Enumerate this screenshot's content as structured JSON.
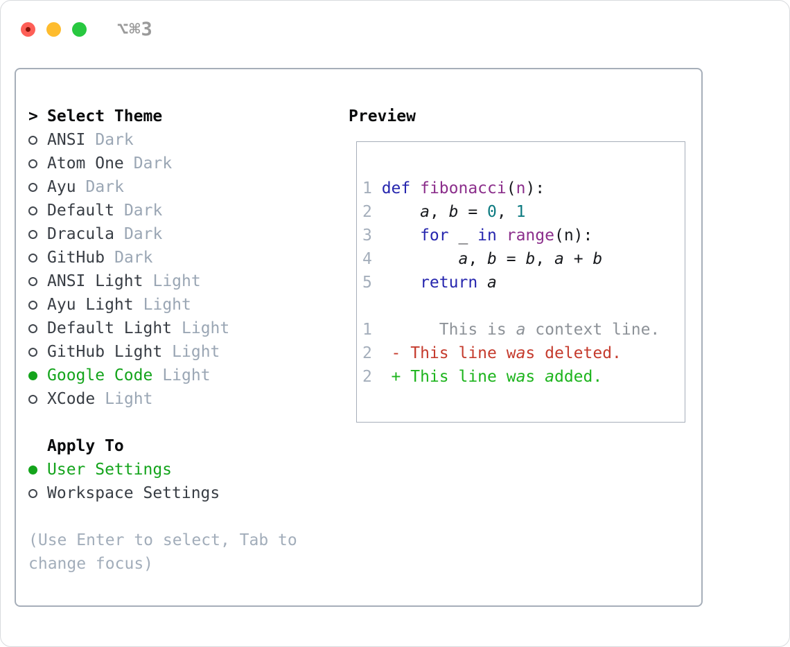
{
  "window": {
    "title": "⌥⌘3"
  },
  "traffic_lights": [
    {
      "name": "close",
      "color": "#fe5f57",
      "dot": "#891208"
    },
    {
      "name": "minimize",
      "color": "#febc2e"
    },
    {
      "name": "zoom",
      "color": "#28c840"
    }
  ],
  "colors": {
    "selected_green": "#14a41c",
    "added_green": "#1db41d",
    "deleted_red": "#c53b2d",
    "keyword_blue": "#2626ae",
    "function_purple": "#8b2e8b",
    "number_teal": "#0c7a80",
    "muted_gray": "#9aa6b4",
    "panel_border": "#a6aeb9"
  },
  "theme_panel": {
    "header": {
      "cursor": ">",
      "label": "Select Theme"
    },
    "themes": [
      {
        "name": "ANSI",
        "variant": "Dark",
        "selected": false
      },
      {
        "name": "Atom One",
        "variant": "Dark",
        "selected": false
      },
      {
        "name": "Ayu",
        "variant": "Dark",
        "selected": false
      },
      {
        "name": "Default",
        "variant": "Dark",
        "selected": false
      },
      {
        "name": "Dracula",
        "variant": "Dark",
        "selected": false
      },
      {
        "name": "GitHub",
        "variant": "Dark",
        "selected": false
      },
      {
        "name": "ANSI Light",
        "variant": "Light",
        "selected": false
      },
      {
        "name": "Ayu Light",
        "variant": "Light",
        "selected": false
      },
      {
        "name": "Default Light",
        "variant": "Light",
        "selected": false
      },
      {
        "name": "GitHub Light",
        "variant": "Light",
        "selected": false
      },
      {
        "name": "Google Code",
        "variant": "Light",
        "selected": true
      },
      {
        "name": "XCode",
        "variant": "Light",
        "selected": false
      }
    ],
    "apply_to": {
      "label": "Apply To",
      "options": [
        {
          "name": "User Settings",
          "selected": true
        },
        {
          "name": "Workspace Settings",
          "selected": false
        }
      ]
    },
    "help_lines": [
      "(Use Enter to select, Tab to",
      "change focus)"
    ]
  },
  "preview_panel": {
    "label": "Preview",
    "lines": [
      {
        "num": "1",
        "runs": [
          {
            "t": "def",
            "s": "kw"
          },
          {
            "t": " "
          },
          {
            "t": "fibonacci",
            "s": "fn"
          },
          {
            "t": "("
          },
          {
            "t": "n",
            "s": "fn"
          },
          {
            "t": "):"
          }
        ]
      },
      {
        "num": "2",
        "runs": [
          {
            "t": "    "
          },
          {
            "t": "a",
            "s": "var"
          },
          {
            "t": ", "
          },
          {
            "t": "b",
            "s": "var"
          },
          {
            "t": " = "
          },
          {
            "t": "0",
            "s": "num"
          },
          {
            "t": ", "
          },
          {
            "t": "1",
            "s": "num"
          }
        ]
      },
      {
        "num": "3",
        "runs": [
          {
            "t": "    "
          },
          {
            "t": "for",
            "s": "kw"
          },
          {
            "t": " _ "
          },
          {
            "t": "in",
            "s": "kw"
          },
          {
            "t": " "
          },
          {
            "t": "range",
            "s": "fn"
          },
          {
            "t": "(n):"
          }
        ]
      },
      {
        "num": "4",
        "runs": [
          {
            "t": "        "
          },
          {
            "t": "a",
            "s": "var"
          },
          {
            "t": ", "
          },
          {
            "t": "b",
            "s": "var"
          },
          {
            "t": " = "
          },
          {
            "t": "b",
            "s": "var"
          },
          {
            "t": ", "
          },
          {
            "t": "a",
            "s": "var"
          },
          {
            "t": " + "
          },
          {
            "t": "b",
            "s": "var"
          }
        ]
      },
      {
        "num": "5",
        "runs": [
          {
            "t": "    "
          },
          {
            "t": "return",
            "s": "kw"
          },
          {
            "t": " "
          },
          {
            "t": "a",
            "s": "var"
          }
        ]
      },
      {
        "num": "",
        "runs": []
      },
      {
        "num": "1",
        "runs": [
          {
            "t": "      ",
            "s": "ctx"
          },
          {
            "t": "This is ",
            "s": "ctx"
          },
          {
            "t": "a",
            "s": "ctx-i"
          },
          {
            "t": " context line.",
            "s": "ctx"
          }
        ]
      },
      {
        "num": "2",
        "runs": [
          {
            "t": " "
          },
          {
            "t": "- This line w",
            "s": "del"
          },
          {
            "t": "a",
            "s": "del-i"
          },
          {
            "t": "s deleted.",
            "s": "del"
          }
        ]
      },
      {
        "num": "2",
        "runs": [
          {
            "t": " "
          },
          {
            "t": "+ This line w",
            "s": "add"
          },
          {
            "t": "a",
            "s": "add-i"
          },
          {
            "t": "s ",
            "s": "add"
          },
          {
            "t": "a",
            "s": "add-i"
          },
          {
            "t": "dded.",
            "s": "add"
          }
        ]
      }
    ]
  }
}
